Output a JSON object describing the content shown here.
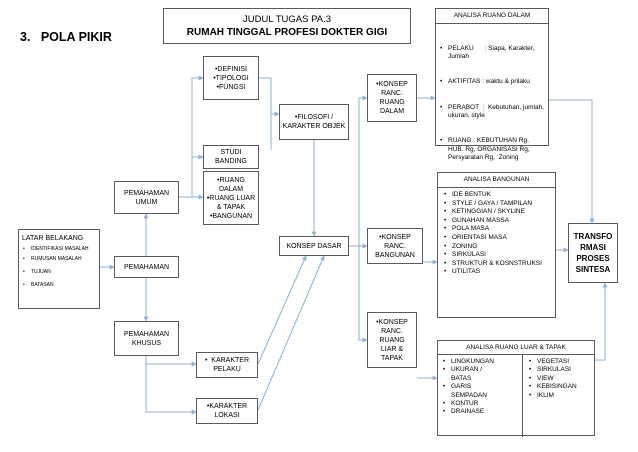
{
  "section_title": "3.   POLA PIKIR",
  "title": {
    "line1": "JUDUL  TUGAS PA.3",
    "line2": "RUMAH TINGGAL PROFESI  DOKTER GIGI"
  },
  "latar": {
    "heading": "LATAR  BELAKANG",
    "items": [
      "IDENTIFIKASI MASALAH",
      "RUMUSAN MASALAH",
      "TUJUAN",
      "BATASAN"
    ]
  },
  "pemahaman": "PEMAHAMAN",
  "pemahaman_umum": [
    "PEMAHAMAN",
    "UMUM"
  ],
  "pemahaman_khusus": [
    "PEMAHAMAN",
    "KHUSUS"
  ],
  "definisi": [
    "•DEFINISI",
    "•TIPOLOGI",
    "•FUNGSI"
  ],
  "studi_banding": [
    "STUDI",
    "BANDING"
  ],
  "ruang": [
    "•RUANG",
    "DALAM",
    "•RUANG LUAR",
    "& TAPAK",
    "•BANGUNAN"
  ],
  "karakter_pelaku": [
    "•  KARAKTER",
    "PELAKU"
  ],
  "karakter_lokasi": [
    "•KARAKTER",
    "LOKASI"
  ],
  "filosofi": [
    "•FILOSOFI /",
    "KARAKTER OBJEK"
  ],
  "konsep_dasar": "KONSEP DASAR",
  "konsep_ruang_dalam": [
    "•KONSEP",
    "RANC.",
    "RUANG",
    "DALAM"
  ],
  "konsep_bangunan": [
    "•KONSEP",
    "RANC.",
    "BANGUNAN"
  ],
  "konsep_ruang_luar": [
    "•KONSEP",
    "RANC.",
    "RUANG",
    "LIAR &",
    "TAPAK"
  ],
  "analisa_ruang_dalam": {
    "title": "ANALISA RUANG DALAM",
    "items": [
      "PELAKU      : Siapa, Karakter, Jumlah",
      "AKTIFITAS : waktu & prilaku",
      "PERABOT  :  Kebutuhan, jumlah,  ukuran, style",
      "RUANG : KEBUTUHAN Rg.  HUB. Rg, ORGANISASI Rg, Persyaratan Rg,  Zoning"
    ]
  },
  "analisa_bangunan": {
    "title": "ANALISA  BANGUNAN",
    "items": [
      "IDE BENTUK",
      "STYLE / GAYA / TAMPILAN",
      "KETINGGIAN / SKYLINE",
      "GUNAHAN MASSA",
      "POLA MASA",
      "ORIENTASI MASA",
      "ZONING",
      "SIRKULASI",
      "STRUKTUR & KOSNSTRUKSI",
      "UTILITAS"
    ]
  },
  "analisa_ruang_luar": {
    "title": "ANALISA RUANG LUAR & TAPAK",
    "left_items": [
      "LINGKUNGAN",
      "UKURAN / BATAS",
      "GARIS SEMPADAN",
      "KONTUR",
      "DRAINASE"
    ],
    "right_items": [
      "VEGETASI",
      "SIRKULASI",
      "VIEW",
      "KEBISINGAN",
      "IKLIM"
    ]
  },
  "transformasi": [
    "TRANSFO",
    "RMASI",
    "PROSES",
    "SINTESA"
  ],
  "colors": {
    "arrow": "#8fb0d4",
    "border": "#5a5a5a",
    "text": "#000000"
  }
}
